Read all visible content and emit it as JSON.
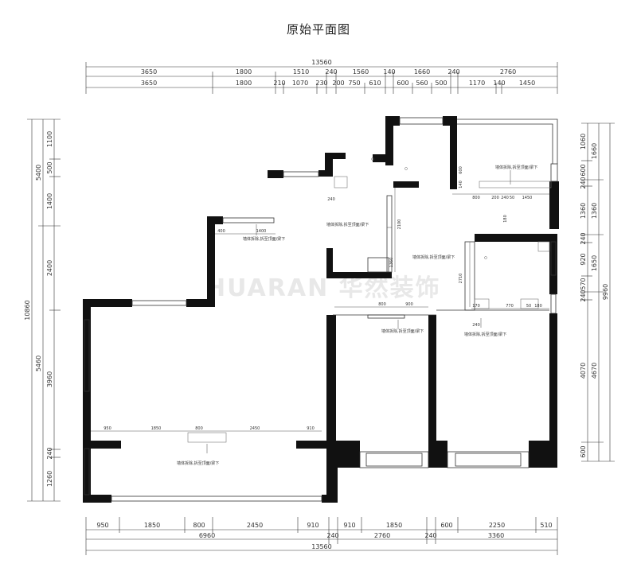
{
  "title": "原始平面图",
  "watermark": "HUARAN 华然装饰",
  "top_dims": {
    "overall": "13560",
    "row1": [
      "3650",
      "1800",
      "1510",
      "240",
      "1560",
      "140",
      "1660",
      "240",
      "2760"
    ],
    "row2": [
      "3650",
      "1800",
      "210",
      "1070",
      "230",
      "200",
      "750",
      "610",
      "600",
      "560",
      "500",
      "1170",
      "140",
      "1450"
    ]
  },
  "bottom_dims": {
    "row1": [
      "950",
      "1850",
      "800",
      "2450",
      "910",
      "910",
      "1850",
      "600",
      "2250",
      "510"
    ],
    "row2": [
      "6960",
      "240",
      "2760",
      "240",
      "3360"
    ],
    "overall": "13560"
  },
  "left_dims": {
    "overall": "10860",
    "row2": [
      "5400",
      "5460"
    ],
    "row1": [
      "1100",
      "500",
      "1400",
      "2400",
      "3960",
      "240",
      "1260"
    ]
  },
  "right_dims": {
    "row1": [
      "1060",
      "600",
      "240",
      "1360",
      "240",
      "920",
      "570",
      "240",
      "4070",
      "600"
    ],
    "row2": [
      "1660",
      "1360",
      "1650",
      "4670"
    ],
    "overall": "9960"
  },
  "notes": {
    "demolish": "墙体拆除,拆至顶面/梁下"
  },
  "inner_dims": [
    "1400",
    "400",
    "240",
    "800",
    "200",
    "240",
    "50",
    "1450",
    "180",
    "2100",
    "2710",
    "800",
    "900",
    "170",
    "770",
    "50",
    "180",
    "240",
    "950",
    "1850",
    "800",
    "2450",
    "910",
    "600",
    "140",
    "1360"
  ]
}
